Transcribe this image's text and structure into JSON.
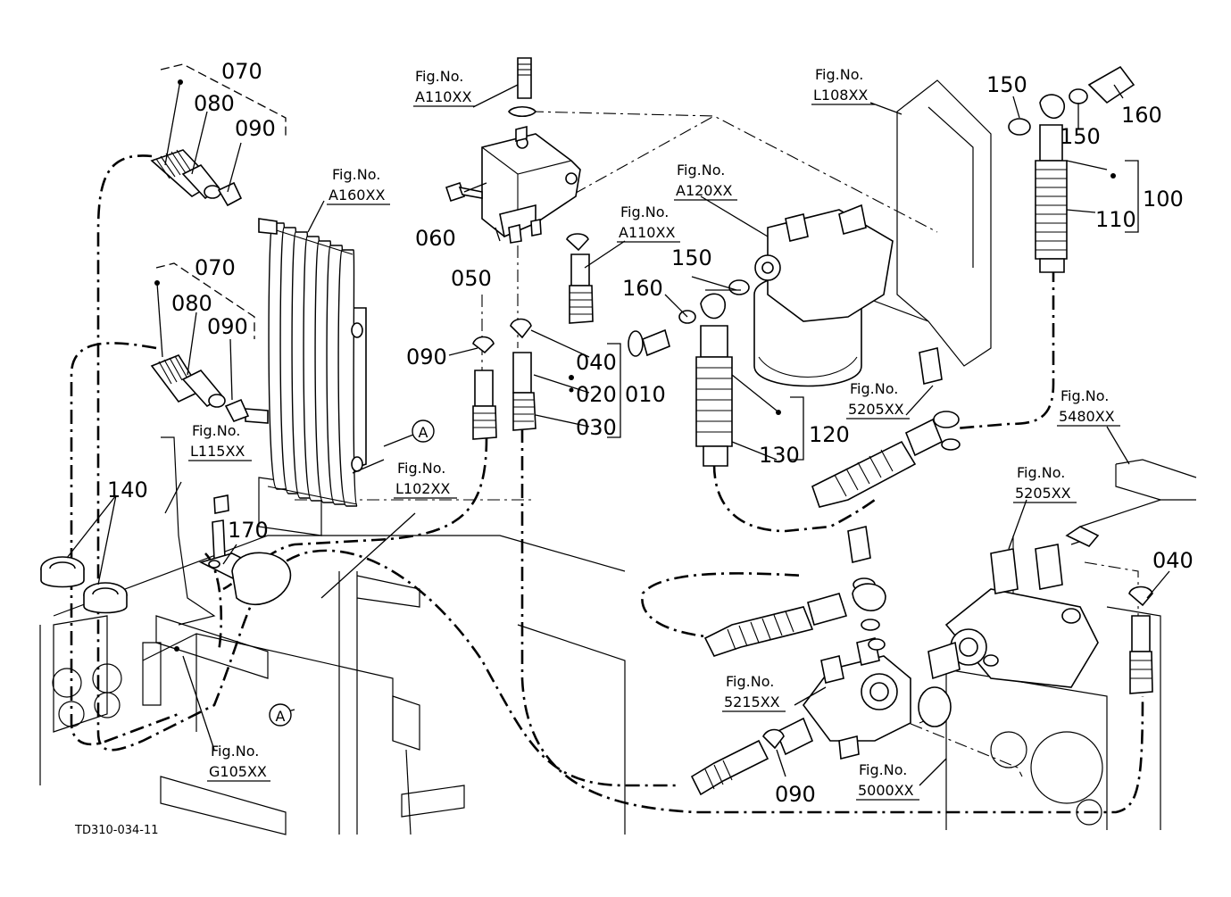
{
  "diagram": {
    "drawing_code": "TD310-034-11",
    "callout_marker": "A",
    "part_numbers": {
      "p010": "010",
      "p020": "020",
      "p030": "030",
      "p040_a": "040",
      "p040_b": "040",
      "p050": "050",
      "p060": "060",
      "p070_a": "070",
      "p070_b": "070",
      "p080_a": "080",
      "p080_b": "080",
      "p090_a": "090",
      "p090_b": "090",
      "p090_c": "090",
      "p090_d": "090",
      "p100": "100",
      "p110": "110",
      "p120": "120",
      "p130": "130",
      "p140": "140",
      "p150_a": "150",
      "p150_b": "150",
      "p150_c": "150",
      "p160_a": "160",
      "p160_b": "160",
      "p170": "170"
    },
    "figure_refs": {
      "label": "Fig.No.",
      "a110_top": "A110XX",
      "a110_mid": "A110XX",
      "a160": "A160XX",
      "a120": "A120XX",
      "l108": "L108XX",
      "l115": "L115XX",
      "l102": "L102XX",
      "f5205_a": "5205XX",
      "f5205_b": "5205XX",
      "f5480": "5480XX",
      "f5215": "5215XX",
      "f5000": "5000XX",
      "g105": "G105XX"
    }
  }
}
